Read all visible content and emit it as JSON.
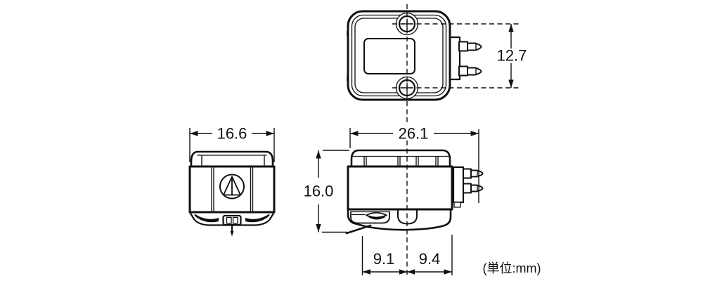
{
  "unit_label": "(単位:mm)",
  "views": {
    "top": {
      "pin_spacing": "12.7"
    },
    "front": {
      "width": "16.6"
    },
    "side": {
      "length": "26.1",
      "height": "16.0",
      "stylus_front": "9.1",
      "stylus_rear": "9.4"
    }
  },
  "colors": {
    "line": "#111111",
    "background": "#ffffff"
  },
  "icons": {
    "logo": "audio-technica-logo"
  }
}
